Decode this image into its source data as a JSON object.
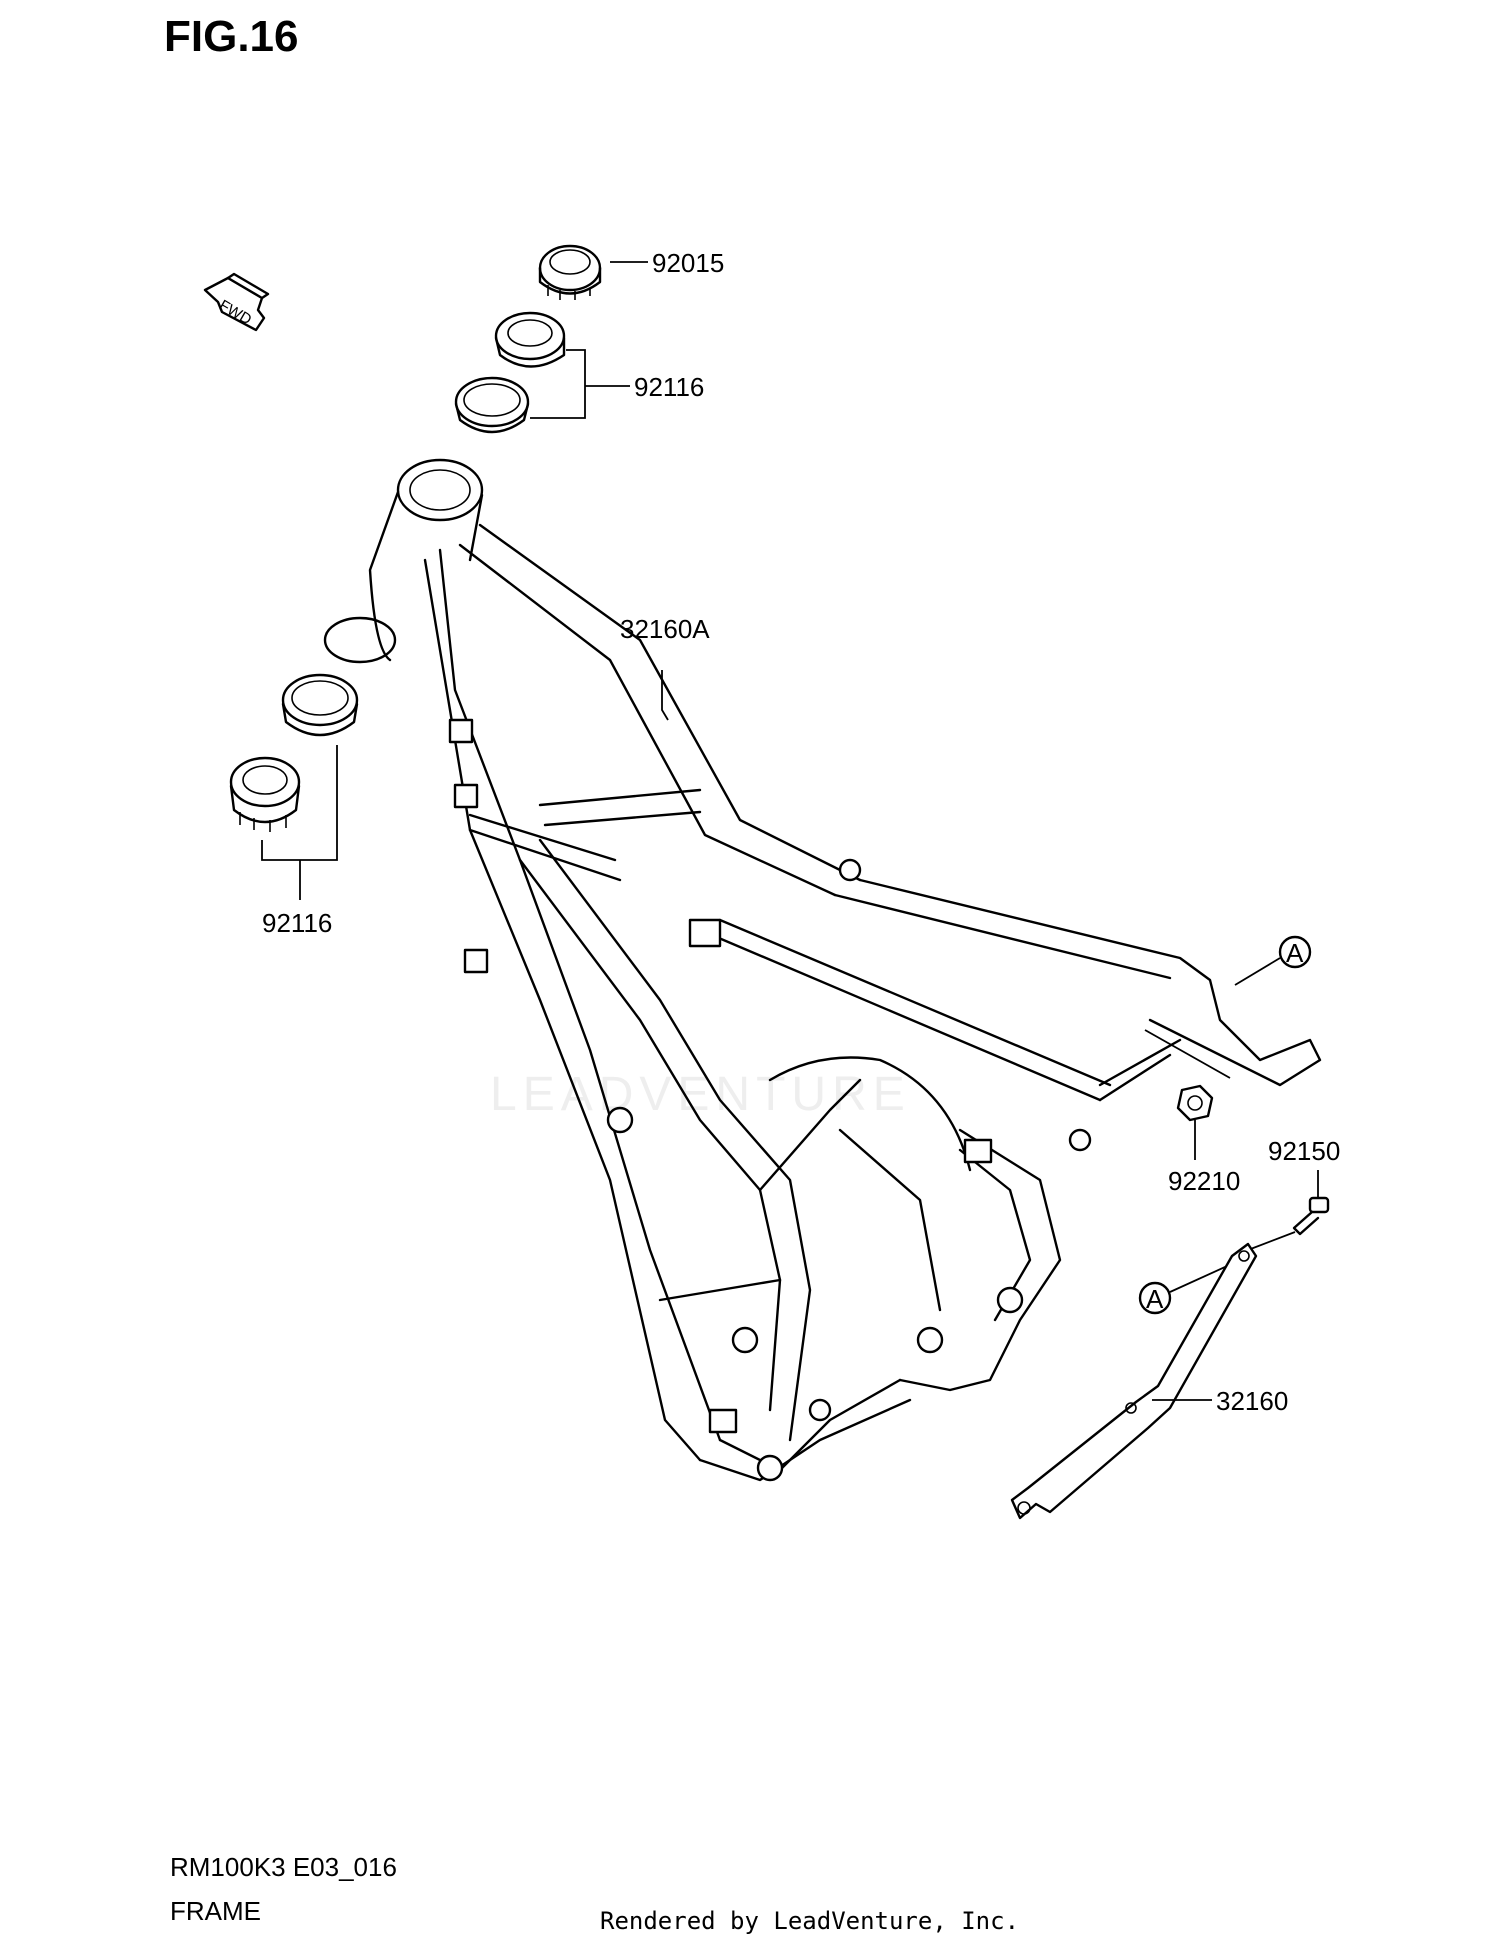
{
  "figure": {
    "title": "FIG.16"
  },
  "fwd_label": "FWD",
  "callouts": {
    "p92015": "92015",
    "p92116_upper": "92116",
    "p32160A": "32160A",
    "p92116_lower": "92116",
    "refA_1": "A",
    "refA_2": "A",
    "p92210": "92210",
    "p92150": "92150",
    "p32160": "32160"
  },
  "watermark": "LEADVENTURE",
  "footer": {
    "model_code": "RM100K3 E03_016",
    "diagram_name": "FRAME",
    "rendered_by": "Rendered by LeadVenture, Inc."
  }
}
